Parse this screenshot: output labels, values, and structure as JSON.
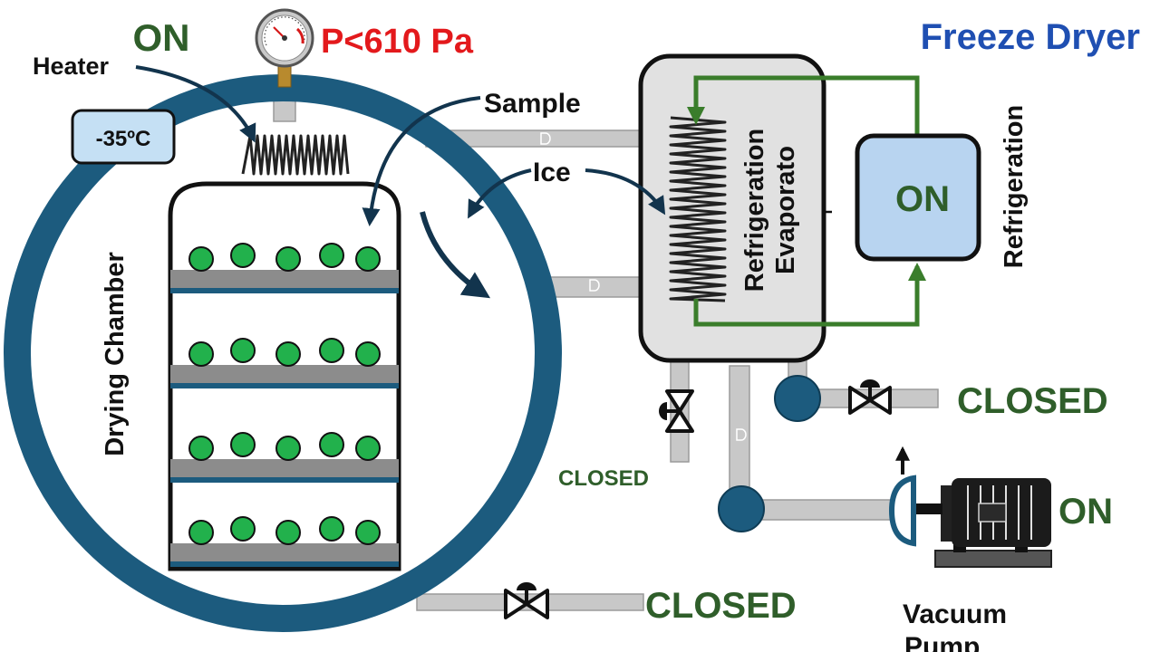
{
  "title": "Freeze Dryer",
  "heater": {
    "label": "Heater",
    "status": "ON"
  },
  "pressure": {
    "label": "P<610 Pa"
  },
  "temperature": {
    "label": "-35ºC"
  },
  "chamber": {
    "label": "Drying Chamber"
  },
  "callouts": {
    "sample": "Sample",
    "ice": "Ice"
  },
  "evaporator": {
    "label_line1": "Refrigeration",
    "label_line2": "Evaporato"
  },
  "refrigeration": {
    "label": "Refrigeration",
    "status": "ON"
  },
  "valves": {
    "right_status": "CLOSED",
    "drain_status": "CLOSED",
    "bottom_status": "CLOSED"
  },
  "pump": {
    "label_line1": "Vacuum",
    "label_line2": "Pump",
    "status": "ON"
  },
  "shelves": {
    "count": 4,
    "samples_per_shelf": 5
  },
  "colors": {
    "chamber_ring": "#1c5b7e",
    "status_green": "#2f5e2a",
    "title_blue": "#1f4fb2",
    "pressure_red": "#e3191c",
    "sample_green": "#22b14c",
    "pipe_gray": "#c8c8c8",
    "evaporator_fill": "#e1e1e1",
    "refrigeration_fill": "#b8d4f0",
    "temp_box_fill": "#c5e0f4",
    "loop_green": "#3a7d2b",
    "shelf_gray": "#8c8c8c",
    "shelf_blue": "#1c5b7e"
  }
}
